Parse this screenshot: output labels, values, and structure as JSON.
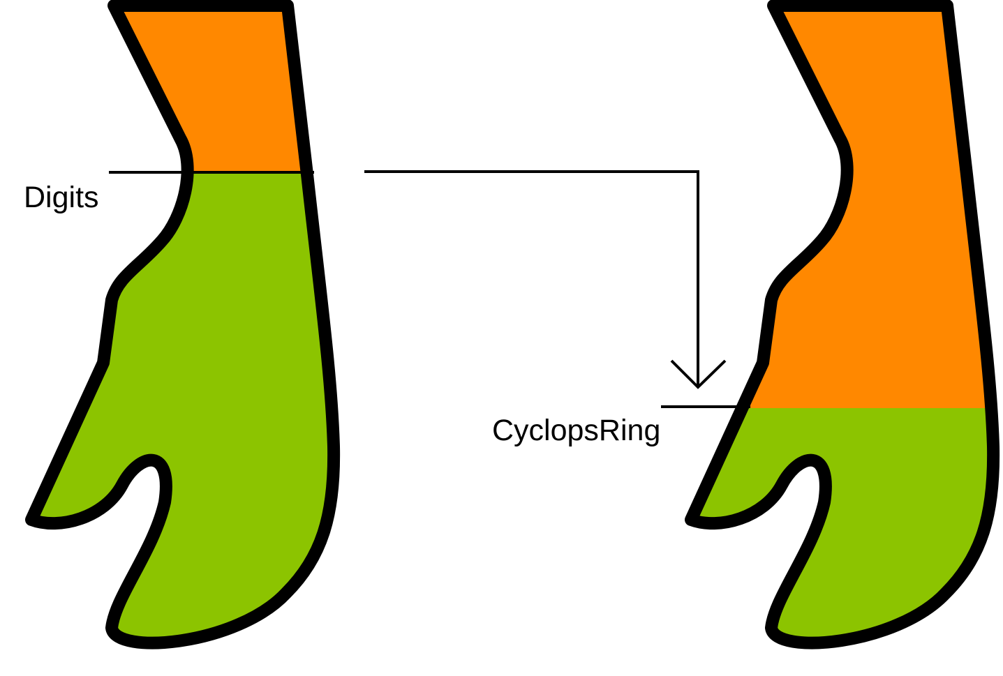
{
  "labels": {
    "left": "Digits",
    "right": "CyclopsRing"
  },
  "colors": {
    "upper_region": "#ff8800",
    "lower_region": "#8cc400",
    "outline": "#000000",
    "background": "#ffffff"
  },
  "figures": [
    {
      "name": "left-limb",
      "regions": [
        "orange",
        "green"
      ]
    },
    {
      "name": "right-limb",
      "regions": [
        "orange",
        "green"
      ]
    }
  ],
  "connector": {
    "arrowhead": "chevron-down"
  }
}
